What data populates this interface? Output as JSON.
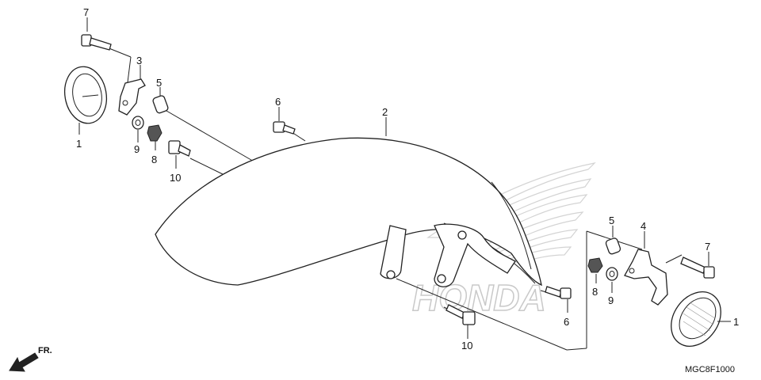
{
  "diagram": {
    "code": "MGC8F1000",
    "direction_label": "FR.",
    "watermark_text": "HONDA",
    "colors": {
      "line": "#222222",
      "label": "#111111",
      "watermark": "#c9c9c9"
    },
    "callouts": [
      {
        "id": "c7a",
        "text": "7"
      },
      {
        "id": "c3",
        "text": "3"
      },
      {
        "id": "c5a",
        "text": "5"
      },
      {
        "id": "c1a",
        "text": "1"
      },
      {
        "id": "c9a",
        "text": "9"
      },
      {
        "id": "c8a",
        "text": "8"
      },
      {
        "id": "c10a",
        "text": "10"
      },
      {
        "id": "c6a",
        "text": "6"
      },
      {
        "id": "c2",
        "text": "2"
      },
      {
        "id": "c5b",
        "text": "5"
      },
      {
        "id": "c4",
        "text": "4"
      },
      {
        "id": "c7b",
        "text": "7"
      },
      {
        "id": "c8b",
        "text": "8"
      },
      {
        "id": "c9b",
        "text": "9"
      },
      {
        "id": "c6b",
        "text": "6"
      },
      {
        "id": "c1b",
        "text": "1"
      },
      {
        "id": "c10b",
        "text": "10"
      }
    ]
  }
}
